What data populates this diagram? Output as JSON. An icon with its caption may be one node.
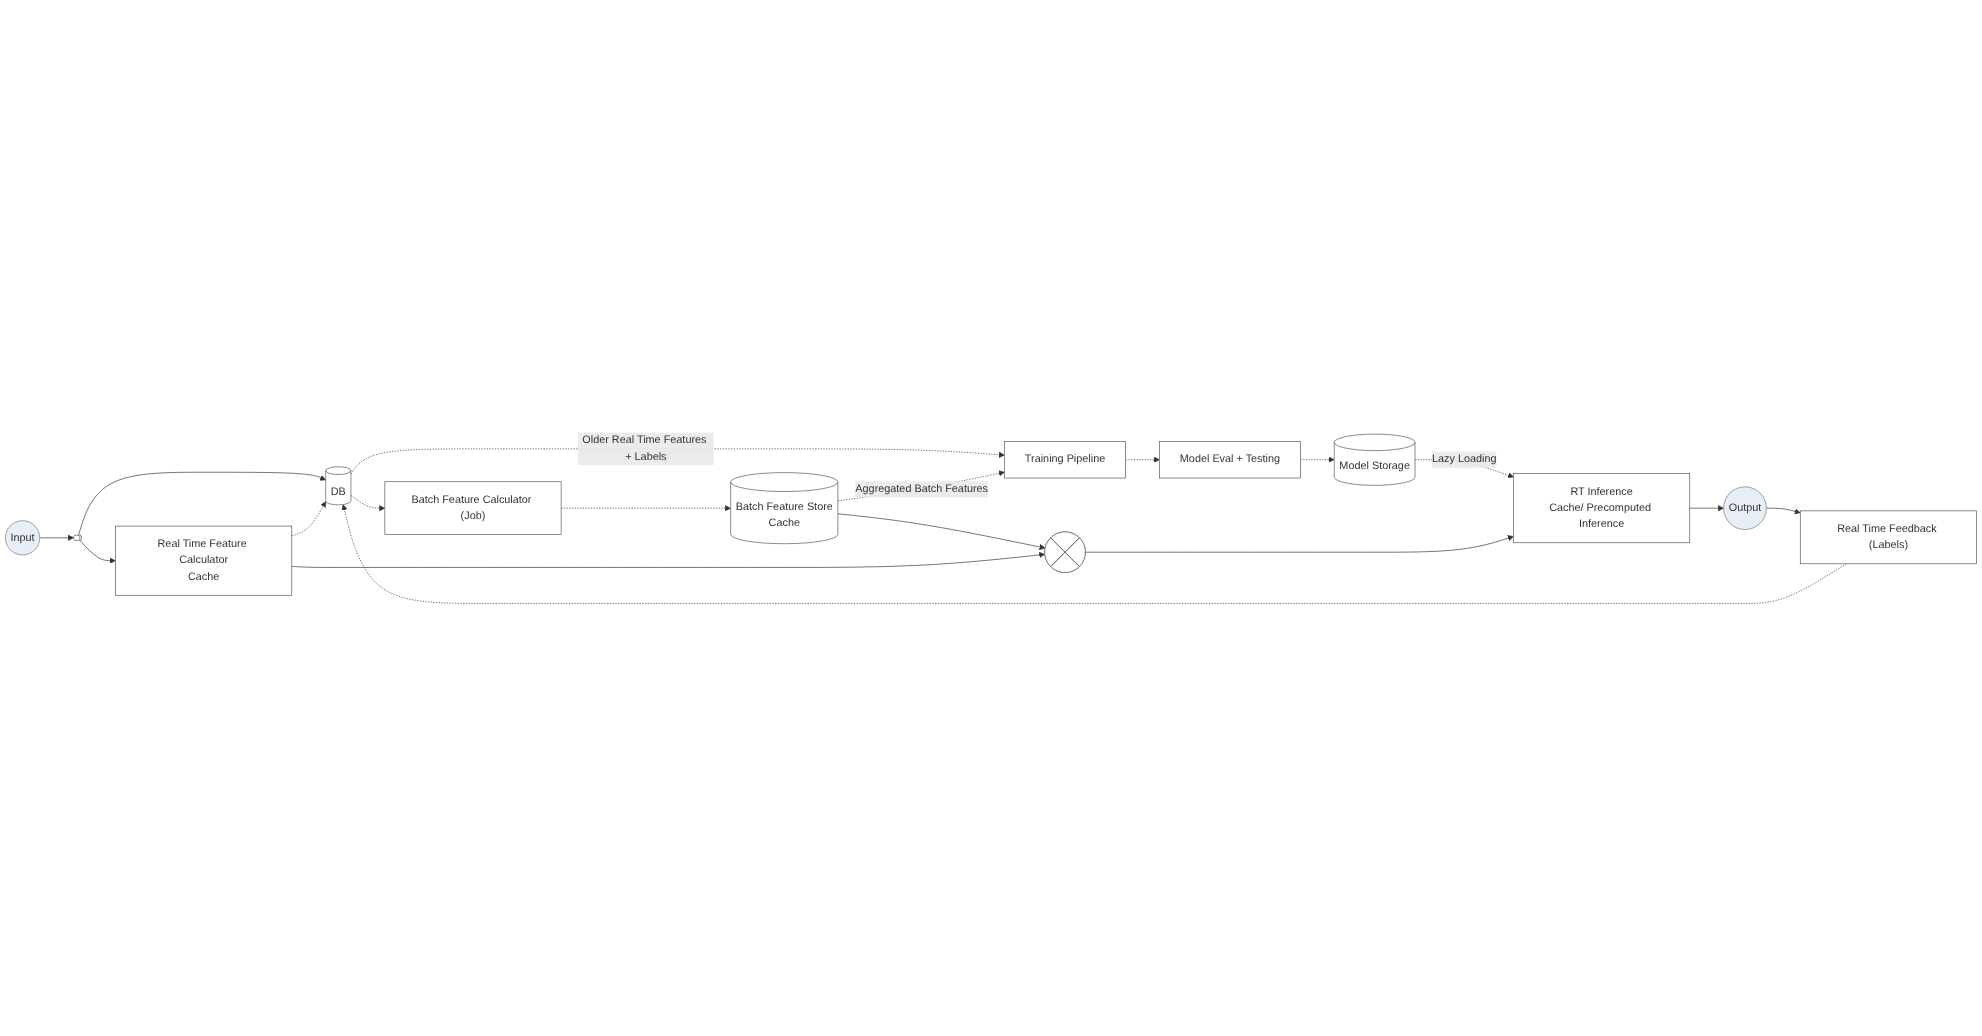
{
  "diagram": {
    "nodes": [
      {
        "text": [
          "Real Time Feedback (Labels)"
        ]
      },
      {
        "text": [
          "Training Pipeline"
        ]
      },
      {
        "text": [
          "Model Eval + Testing"
        ]
      },
      {
        "text": [
          "Model Storage"
        ]
      },
      {
        "text": [
          "Batch Feature Calculator (Job)"
        ]
      },
      {
        "text": [
          "DB"
        ]
      },
      {
        "text": [
          "Batch Feature Store",
          "Cache"
        ]
      },
      {
        "text": [],
        "shape": "circle"
      },
      {
        "text": [
          "RT Inference",
          "Cache/ Precomputed Inference"
        ]
      },
      {
        "text": [
          "Output"
        ]
      },
      {
        "text": [
          "Input"
        ]
      },
      {
        "text": [],
        "shape": "cylinder"
      },
      {
        "text": [
          "Real Time Feature Calculator",
          "Cache"
        ]
      }
    ],
    "edges": [
      {
        "from": 10,
        "to": 11,
        "arrow": "to"
      },
      {
        "from": 11,
        "to": 5,
        "arrow": "to"
      },
      {
        "from": 11,
        "to": 12,
        "arrow": "to"
      },
      {
        "from": 5,
        "to": 4,
        "arrow": "to",
        "style": "dashed"
      },
      {
        "from": 5,
        "to": 1,
        "arrow": "to",
        "style": "dashed",
        "label": "Older Real Time Features + Labels"
      },
      {
        "from": 4,
        "to": 6,
        "arrow": "to",
        "style": "dashed"
      },
      {
        "from": 6,
        "to": 1,
        "arrow": "to",
        "style": "dashed",
        "label": "Aggregated Batch Features"
      },
      {
        "from": 1,
        "to": 2,
        "arrow": "to",
        "style": "dashed"
      },
      {
        "from": 2,
        "to": 3,
        "arrow": "to",
        "style": "dashed"
      },
      {
        "from": 3,
        "to": 8,
        "arrow": "to",
        "style": "dashed",
        "label": "Lazy Loading"
      },
      {
        "from": 6,
        "to": 7,
        "arrow": "to"
      },
      {
        "from": 12,
        "to": 7,
        "arrow": "to"
      },
      {
        "from": 7,
        "to": 8,
        "arrow": "to"
      },
      {
        "from": 8,
        "to": 9,
        "arrow": "to"
      },
      {
        "from": 9,
        "to": 0,
        "arrow": "to"
      },
      {
        "from": 0,
        "to": 5,
        "arrow": "to",
        "style": "dashed"
      },
      {
        "from": 12,
        "to": 5,
        "arrow": "to",
        "style": "dashed"
      }
    ]
  }
}
